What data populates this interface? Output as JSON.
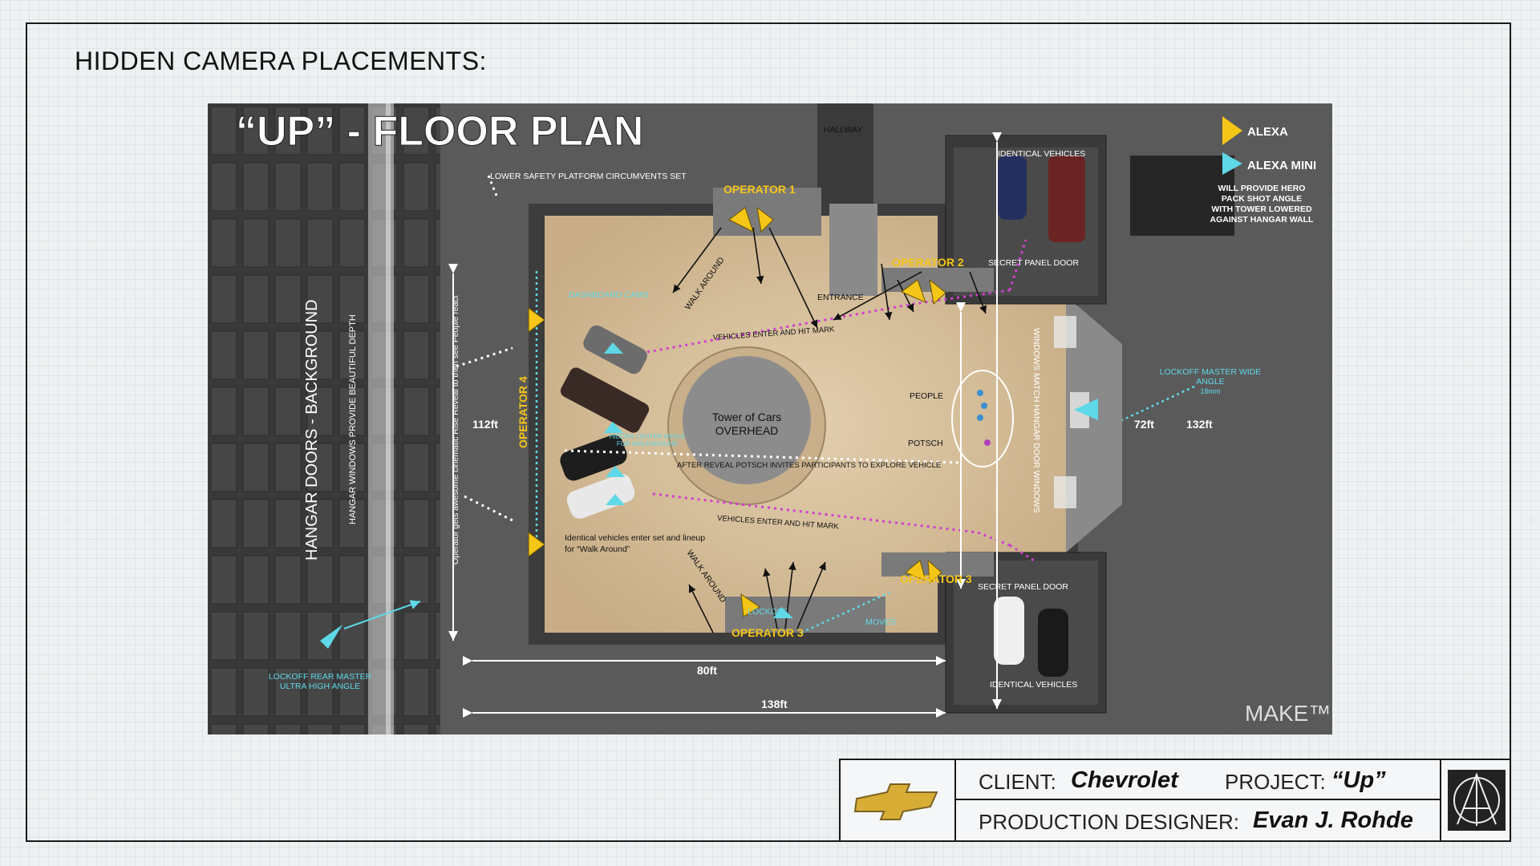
{
  "page": {
    "heading": "HIDDEN CAMERA PLACEMENTS:"
  },
  "plan": {
    "title": "“UP” - FLOOR PLAN",
    "legend": {
      "alexa": "ALEXA",
      "alexa_mini": "ALEXA MINI",
      "alexa_color": "#f5c518",
      "alexa_mini_color": "#5fd8e8"
    },
    "hero_note": [
      "WILL PROVIDE HERO",
      "PACK SHOT ANGLE",
      "WITH TOWER LOWERED",
      "AGAINST HANGAR WALL"
    ],
    "labels": {
      "hallway": "HALLWAY",
      "lower_platform": "LOWER SAFETY PLATFORM CIRCUMVENTS SET",
      "identical_top": "IDENTICAL VEHICLES",
      "identical_bottom": "IDENTICAL VEHICLES",
      "operator1": "OPERATOR 1",
      "operator2": "OPERATOR 2",
      "operator3a": "OPERATOR 3",
      "operator3b": "OPERATOR 3",
      "operator4": "OPERATOR 4",
      "secret_top": "SECRET PANEL DOOR",
      "secret_bottom": "SECRET PANEL DOOR",
      "entrance": "ENTRANCE",
      "walk_around_top": "WALK AROUND",
      "walk_around_bottom": "WALK AROUND",
      "dashboard_cams": "DASHBOARD CAMS",
      "vehicles_enter_top": "VEHICLES ENTER AND HIT MARK",
      "vehicles_enter_bottom": "VEHICLES ENTER AND HIT MARK",
      "tower_line1": "Tower of Cars",
      "tower_line2": "OVERHEAD",
      "hidden_center_1": "HIDDEN CENTER ANGLE",
      "hidden_center_2": "FOR WALKAROUND",
      "after_reveal": "AFTER REVEAL POTSCH INVITES PARTICIPANTS TO EXPLORE VEHICLE",
      "people": "PEOPLE",
      "potsch": "POTSCH",
      "windows_match": "WINDOWS MATCH HANGAR DOOR WINDOWS",
      "lockoff_wide_1": "LOCKOFF MASTER WIDE",
      "lockoff_wide_2": "ANGLE",
      "lockoff_wide_3": "18mm",
      "identical_enter_1": "Identical vehicles enter set and lineup",
      "identical_enter_2": "for “Walk Around”",
      "lockoff": "LOCKOFF",
      "moves": "MOVES",
      "hangar_doors": "HANGAR DOORS - BACKGROUND",
      "hangar_windows": "HANGAR WINDOWS PROVIDE BEAUTIFUL DEPTH",
      "operator_note": "Operator gets awesome cinematic Rise Reveal to then see People react",
      "lockoff_rear_1": "LOCKOFF REAR MASTER",
      "lockoff_rear_2": "ULTRA HIGH ANGLE",
      "make": "MAKE™"
    },
    "dimensions": {
      "d112": "112ft",
      "d72": "72ft",
      "d132": "132ft",
      "d80": "80ft",
      "d138": "138ft"
    }
  },
  "title_block": {
    "client_label": "CLIENT:",
    "client_value": "Chevrolet",
    "project_label": "PROJECT:",
    "project_value": "“Up”",
    "designer_label": "PRODUCTION DESIGNER:",
    "designer_value": "Evan J. Rohde"
  }
}
